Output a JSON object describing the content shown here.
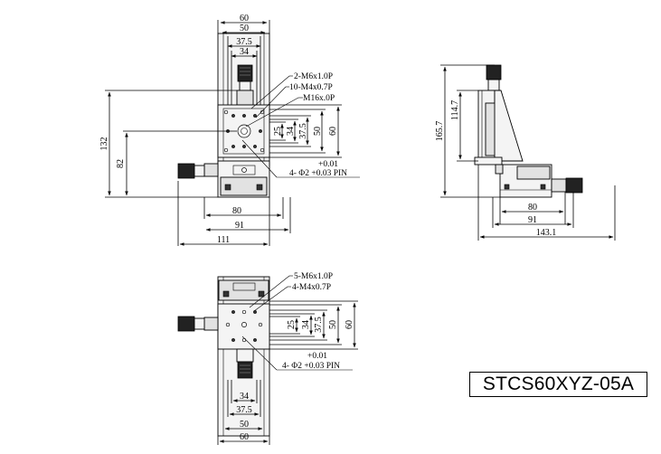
{
  "model": "STCS60XYZ-05A",
  "top_view": {
    "widths": [
      "60",
      "50",
      "37.5",
      "34"
    ],
    "notes": [
      "2-M6x1.0P",
      "10-M4x0.7P",
      "M16x.0P"
    ],
    "vertical_dims": [
      "25",
      "34",
      "37.5",
      "50",
      "60"
    ],
    "left_dims": [
      "132",
      "82"
    ],
    "tolerance": "+0.01",
    "pin_note": "4- Φ2 +0.03 PIN",
    "bottom_dims": [
      "80",
      "91",
      "111"
    ]
  },
  "side_view": {
    "heights": [
      "165.7",
      "114.7"
    ],
    "bottom_dims": [
      "80",
      "91",
      "143.1"
    ]
  },
  "bottom_view": {
    "notes": [
      "5-M6x1.0P",
      "4-M4x0.7P"
    ],
    "vertical_dims": [
      "25",
      "34",
      "37.5",
      "50",
      "60"
    ],
    "tolerance": "+0.01",
    "pin_note": "4- Φ2 +0.03  PIN",
    "widths": [
      "34",
      "37.5",
      "50",
      "60"
    ]
  }
}
